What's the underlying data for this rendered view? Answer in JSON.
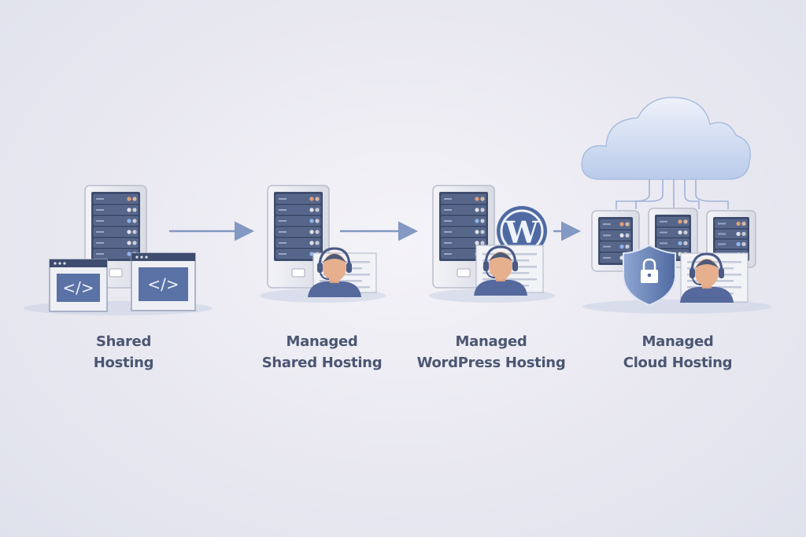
{
  "stages": [
    {
      "line1": "Shared",
      "line2": "Hosting",
      "icons": [
        "server-icon",
        "code-window-icon",
        "code-window-icon"
      ]
    },
    {
      "line1": "Managed",
      "line2": "Shared Hosting",
      "icons": [
        "server-icon",
        "support-agent-icon"
      ]
    },
    {
      "line1": "Managed",
      "line2": "WordPress Hosting",
      "icons": [
        "server-icon",
        "wordpress-logo-icon",
        "support-agent-icon"
      ]
    },
    {
      "line1": "Managed",
      "line2": "Cloud Hosting",
      "icons": [
        "cloud-icon",
        "server-icon",
        "shield-lock-icon",
        "support-agent-icon"
      ]
    }
  ],
  "code_glyph": "</>",
  "wordpress_glyph": "W",
  "colors": {
    "background": "#ecebf2",
    "accent": "#5b75a8",
    "server_panel": "#3e4d6e",
    "server_case": "#e6e7ee",
    "skin": "#e6b08e",
    "text": "#4b5672",
    "cloud": "#c5d4ee"
  }
}
